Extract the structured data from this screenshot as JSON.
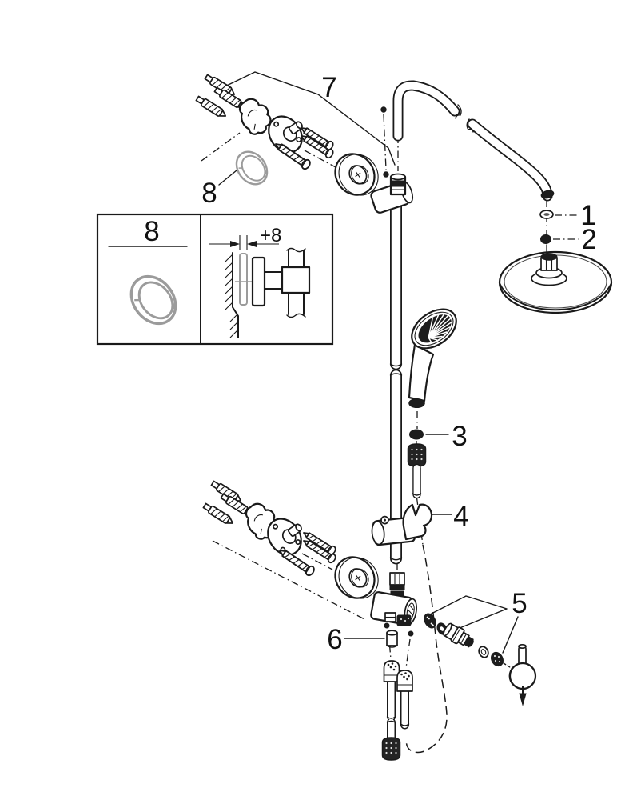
{
  "figure": {
    "background": "#ffffff",
    "line_color": "#1a1a1a",
    "gray_part_color": "#9b9b9b"
  },
  "callouts": {
    "c1": {
      "label": "1"
    },
    "c2": {
      "label": "2"
    },
    "c3": {
      "label": "3"
    },
    "c4": {
      "label": "4"
    },
    "c5": {
      "label": "5"
    },
    "c6": {
      "label": "6"
    },
    "c7": {
      "label": "7"
    },
    "c8": {
      "label": "8"
    }
  },
  "inset": {
    "part_label": "8",
    "dimension_label": "+8"
  }
}
